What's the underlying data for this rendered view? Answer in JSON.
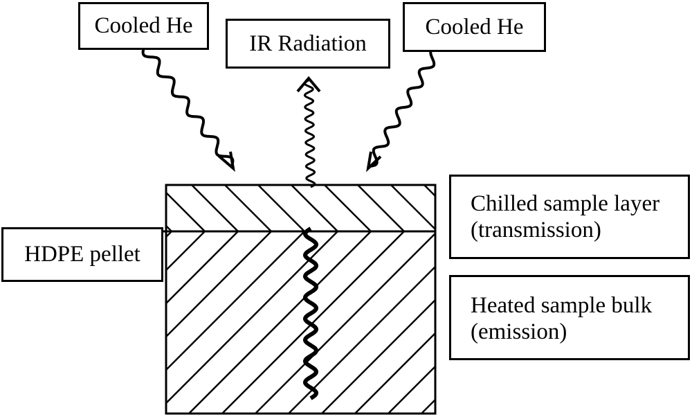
{
  "labels": {
    "cooled_he_left": "Cooled He",
    "ir_radiation": "IR Radiation",
    "cooled_he_right": "Cooled He",
    "hdpe_pellet": "HDPE pellet",
    "chilled_line1": "Chilled sample layer",
    "chilled_line2": "(transmission)",
    "heated_line1": "Heated sample bulk",
    "heated_line2": "(emission)"
  },
  "colors": {
    "ink": "#000000",
    "background": "#ffffff"
  },
  "icons": [
    "wavy-arrow-icon"
  ]
}
